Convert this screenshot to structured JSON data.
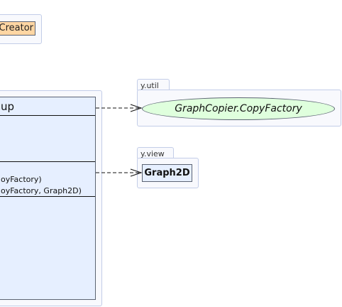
{
  "top_package": {
    "class_name": "Creator"
  },
  "main_class": {
    "title": "up",
    "operations": [
      "oyFactory)",
      "oyFactory, Graph2D)"
    ]
  },
  "packages": [
    {
      "name": "y.util",
      "class_name": "GraphCopier.CopyFactory",
      "kind": "interface"
    },
    {
      "name": "y.view",
      "class_name": "Graph2D",
      "kind": "class"
    }
  ],
  "colors": {
    "class_fill": "#e6efff",
    "interface_fill": "#dfffdd",
    "creator_fill": "#ffd6a3",
    "package_border": "#c3cde8"
  }
}
